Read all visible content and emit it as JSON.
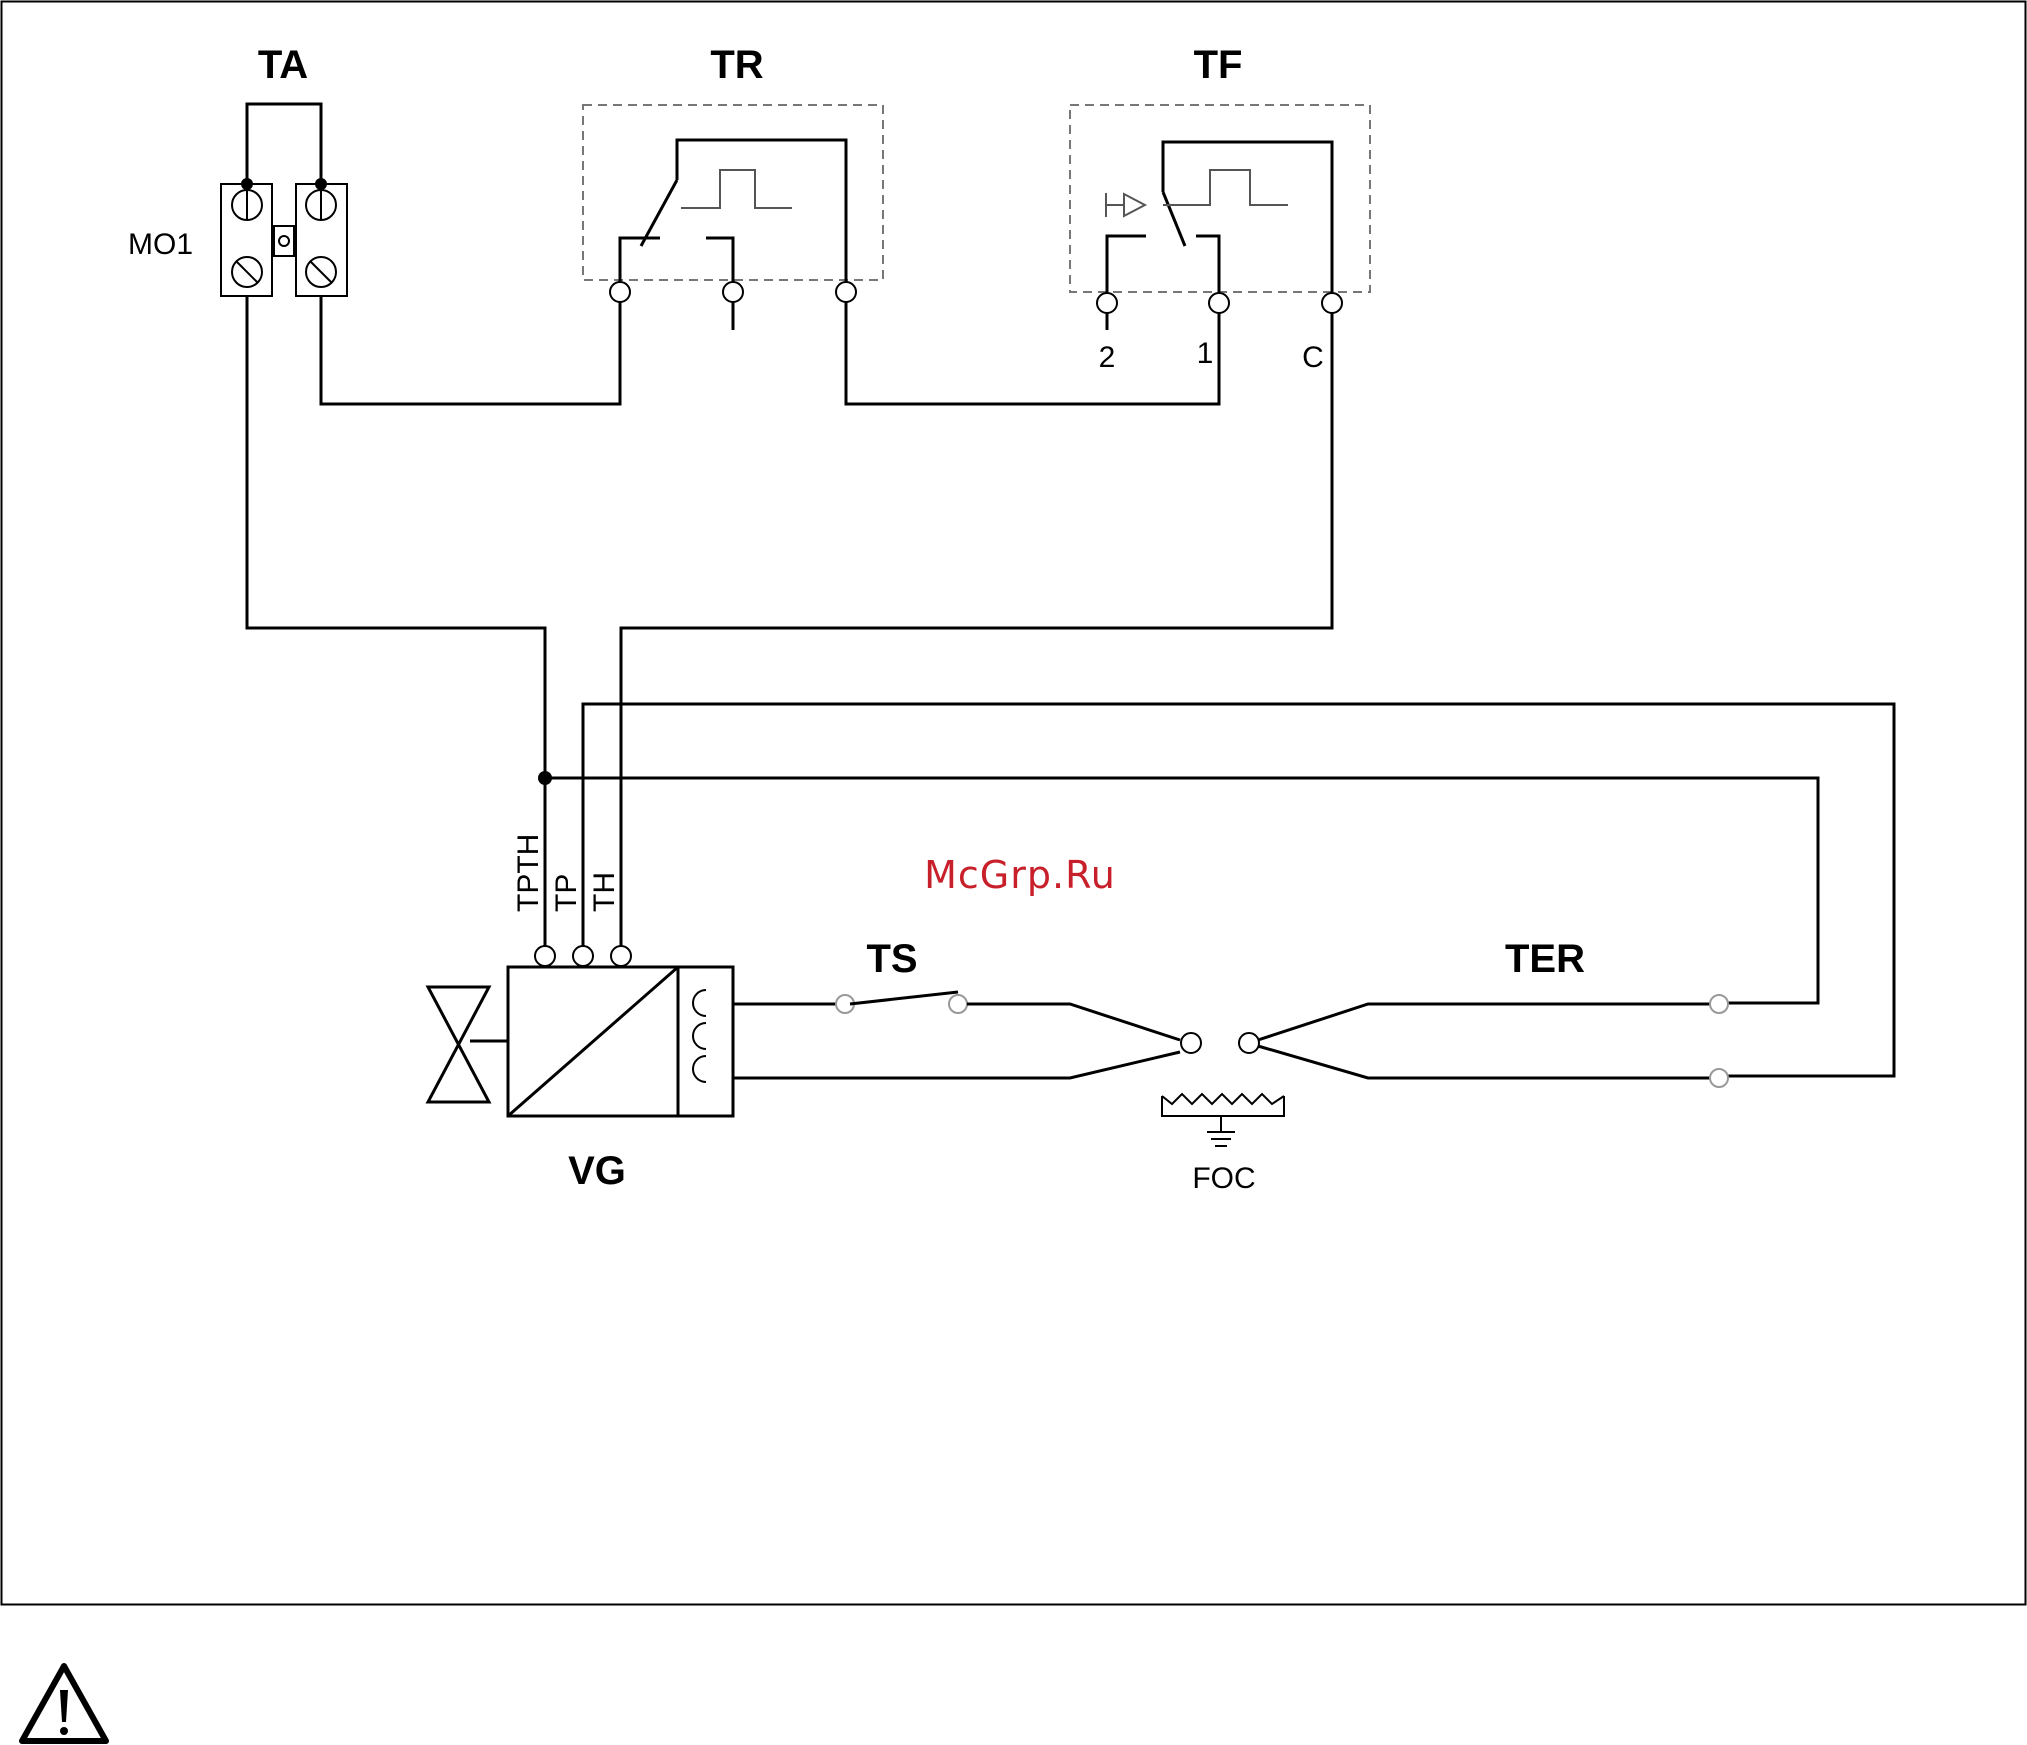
{
  "labels": {
    "ta": "TA",
    "tr": "TR",
    "tf": "TF",
    "mo1": "MO1",
    "tf_terminal_2": "2",
    "tf_terminal_1": "1",
    "tf_terminal_c": "C",
    "tpth": "TPTH",
    "tp": "TP",
    "th": "TH",
    "ts": "TS",
    "ter": "TER",
    "vg": "VG",
    "foc": "FOC"
  },
  "watermark": "McGrp.Ru",
  "icons": {
    "warning": "warning-triangle-icon"
  },
  "colors": {
    "line": "#000000",
    "watermark": "#c8202a"
  }
}
